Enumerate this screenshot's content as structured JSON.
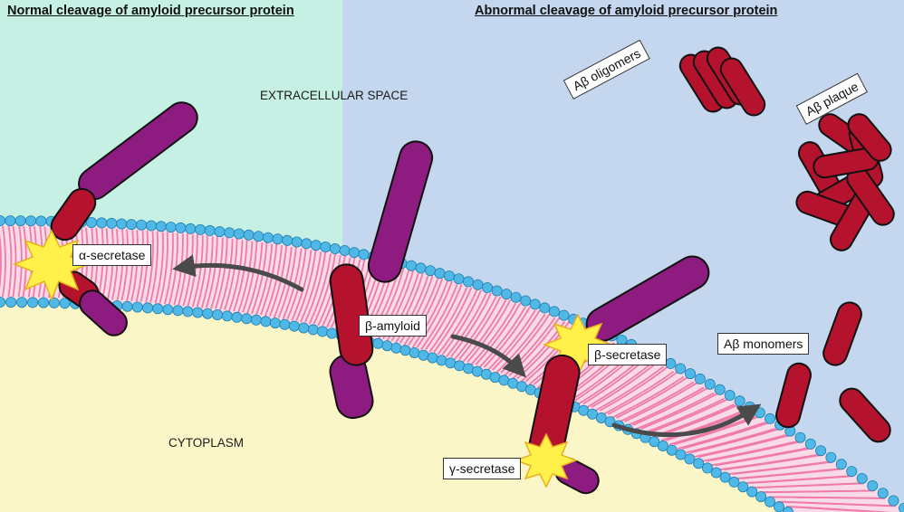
{
  "headings": {
    "normal": "Normal cleavage of amyloid precursor protein",
    "abnormal": "Abnormal cleavage of amyloid precursor protein"
  },
  "regions": {
    "extracellular": "EXTRACELLULAR SPACE",
    "cytoplasm": "CYTOPLASM"
  },
  "labels": {
    "alpha_secretase": "α-secretase",
    "beta_amyloid": "β-amyloid",
    "beta_secretase": "β-secretase",
    "gamma_secretase": "γ-secretase",
    "abeta_oligomers": "Aβ oligomers",
    "abeta_plaque": "Aβ plaque",
    "abeta_monomers": "Aβ monomers"
  },
  "colors": {
    "normal_bg": "#c5f0e3",
    "abnormal_bg": "#c4d7ee",
    "cytoplasm_bg": "#fbf6c8",
    "membrane_head": "#4fb8e6",
    "lipid_tail": "#f07aa8",
    "app_purple": "#8e1b80",
    "abeta_red": "#b5122e",
    "enzyme_star": "#fff04a",
    "arrow": "#4a4a4a"
  }
}
